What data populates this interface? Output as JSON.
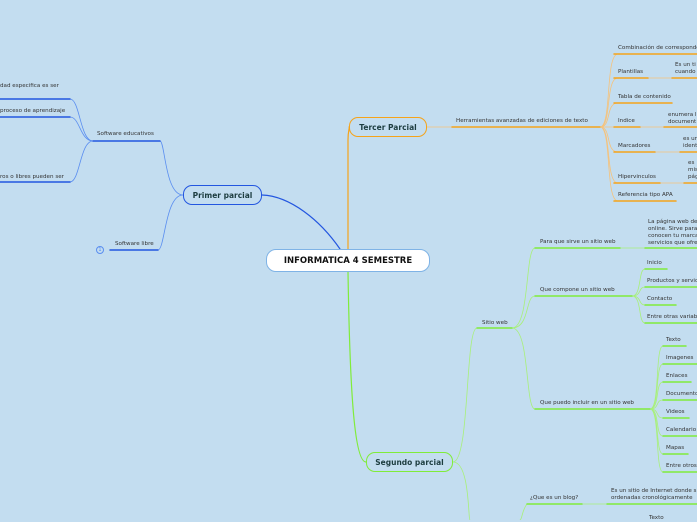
{
  "colors": {
    "primer": "#2356e0",
    "tercer": "#f5a31a",
    "segundo": "#80ec3a",
    "background": "#c3ddf0"
  },
  "central": "INFORMATICA 4 SEMESTRE",
  "primer": {
    "title": "Primer parcial",
    "collapsed_count": "1",
    "items": [
      "dad especifica es ser",
      "proceso de aprendizaje",
      "Software educativos",
      "ros o libres  pueden ser",
      "Software libre"
    ]
  },
  "tercer": {
    "title": "Tercer Parcial",
    "items": [
      "Herramientas avanzadas de ediciones de texto",
      "Combinación de corresponde",
      "Plantillas",
      "Es un ti",
      "cuando",
      "Tabla de contenido",
      "Indice",
      "enumera l",
      "document",
      "Marcadores",
      "es un",
      "ident",
      "Hipervinculos",
      "es",
      "mis",
      "pág",
      "Referencia tipo APA"
    ]
  },
  "segundo": {
    "title": "Segundo parcial",
    "items": [
      "Sitio web",
      "Para que sirve un sitio web",
      "La página web de",
      "online. Sirve para",
      "conocen tu marca",
      "servicios que ofre",
      "Que compone un sitio web",
      "Inicio",
      "Productos y servic",
      "Contacto",
      "Entre otras variab",
      "Que puedo incluir en un sitio web",
      "Texto",
      "Imagenes",
      "Enlaces",
      "Documento",
      "Videos",
      "Calendario",
      "Mapas",
      "Entre otros",
      "¿Que es un blog?",
      "Es un sitio de Internet donde s",
      "ordenadas cronológicamente",
      "Texto"
    ]
  }
}
